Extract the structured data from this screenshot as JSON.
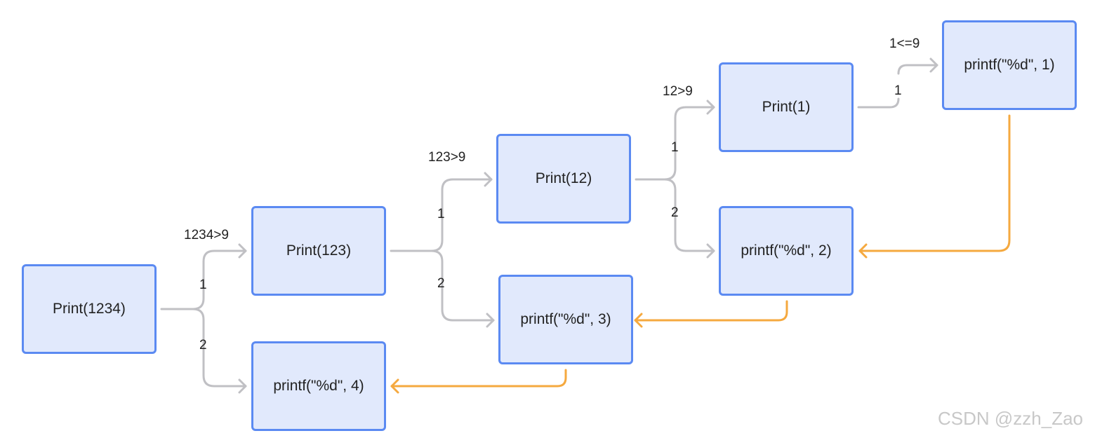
{
  "nodes": {
    "print_1234": "Print(1234)",
    "print_123": "Print(123)",
    "print_12": "Print(12)",
    "print_1": "Print(1)",
    "printf_1": "printf(\"%d\", 1)",
    "printf_2": "printf(\"%d\", 2)",
    "printf_3": "printf(\"%d\", 3)",
    "printf_4": "printf(\"%d\", 4)"
  },
  "conditions": {
    "c1234": "1234>9",
    "c123": "123>9",
    "c12": "12>9",
    "c1": "1<=9"
  },
  "branch_labels": {
    "b1234_1": "1",
    "b1234_2": "2",
    "b123_1": "1",
    "b123_2": "2",
    "b12_1": "1",
    "b12_2": "2",
    "b1_1": "1"
  },
  "watermark": "CSDN @zzh_Zao",
  "colors": {
    "node_fill": "#e1e9fc",
    "node_border": "#5b8af2",
    "call_arrow": "#c0c0c4",
    "return_arrow": "#f5a93f"
  }
}
